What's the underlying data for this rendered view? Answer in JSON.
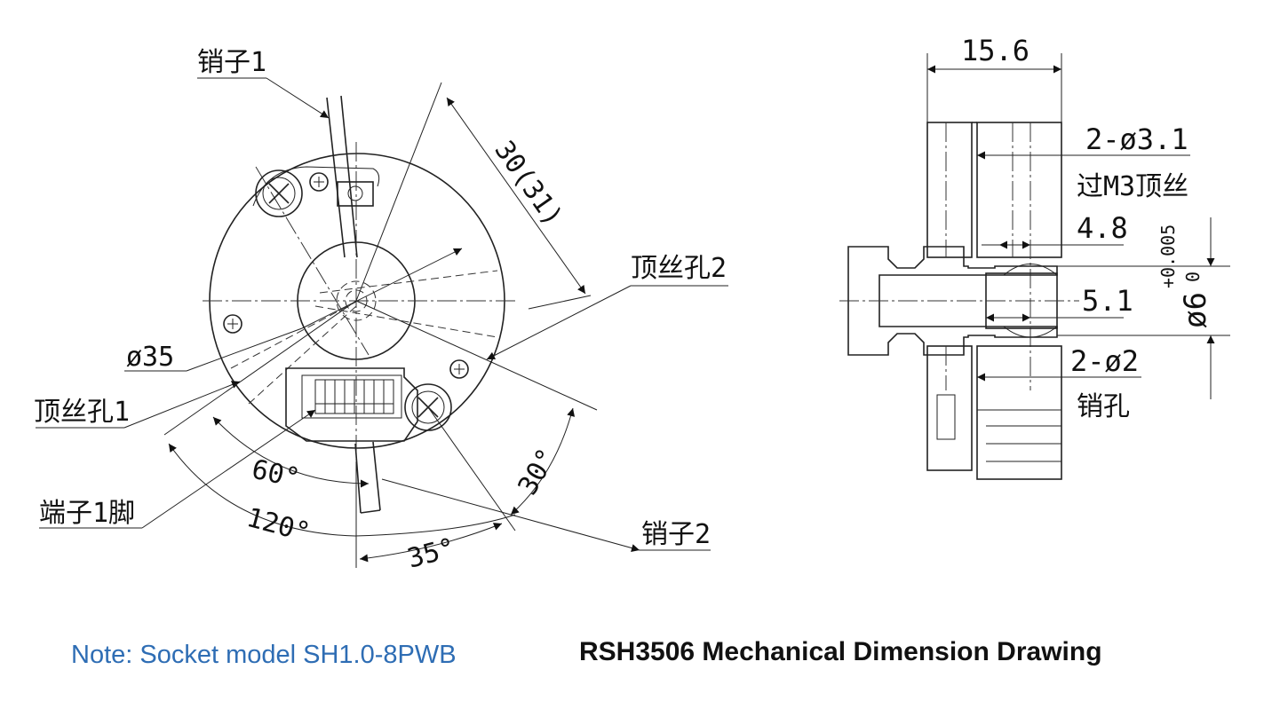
{
  "labels": {
    "pin1": "销子1",
    "pin2": "销子2",
    "setscrew_hole1": "顶丝孔1",
    "setscrew_hole2": "顶丝孔2",
    "terminal_pin1": "端子1脚",
    "dia35": "ø35",
    "dim_30_31": "30(31)",
    "angle_60": "60°",
    "angle_120": "120°",
    "angle_30": "30°",
    "angle_35": "35°",
    "dim_15_6": "15.6",
    "holes_3_1": "2-ø3.1",
    "through_m3": "过M3顶丝",
    "dim_4_8": "4.8",
    "dim_5_1": "5.1",
    "holes_2": "2-ø2",
    "pin_hole": "销孔",
    "shaft_dia": "ø6",
    "tol_upper": "+0.005",
    "tol_lower": "0"
  },
  "footer": {
    "note": "Note: Socket model SH1.0-8PWB",
    "title": "RSH3506 Mechanical Dimension Drawing"
  },
  "colors": {
    "note": "#2e6db4",
    "title": "#111111",
    "line": "#222222"
  }
}
